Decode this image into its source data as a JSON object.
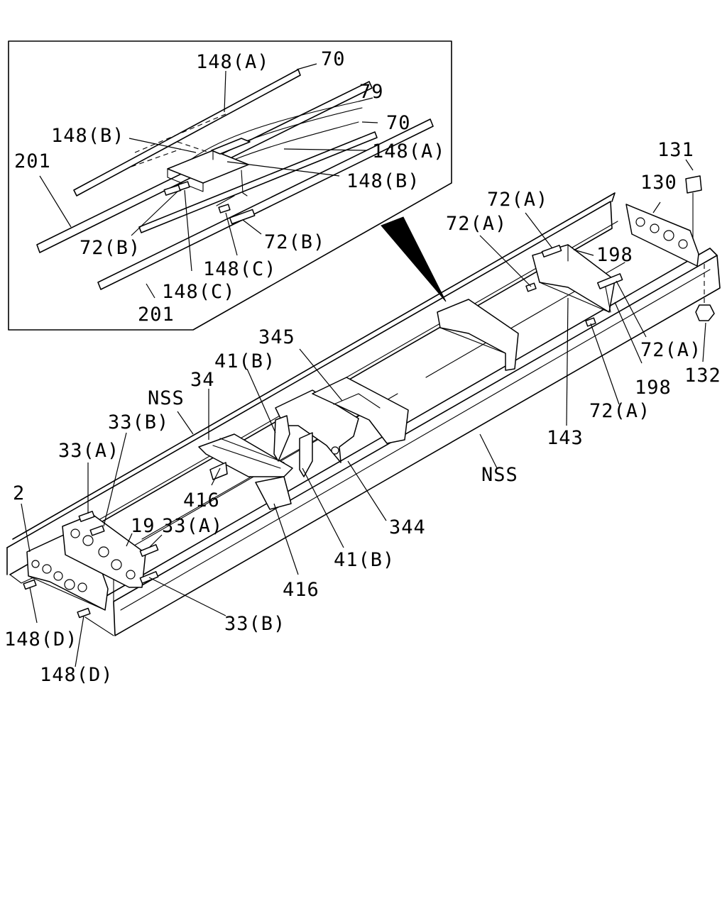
{
  "labels": {
    "inset_148A_top": "148(A)",
    "inset_70_top": "70",
    "inset_79": "79",
    "inset_70_mid": "70",
    "inset_148B_left": "148(B)",
    "inset_148A_right": "148(A)",
    "inset_201_left": "201",
    "inset_148B_right": "148(B)",
    "inset_72B_left": "72(B)",
    "inset_72B_right": "72(B)",
    "inset_148C_right": "148(C)",
    "inset_148C_left": "148(C)",
    "inset_201_bottom": "201",
    "l131": "131",
    "l130": "130",
    "l72A_top": "72(A)",
    "l72A_left": "72(A)",
    "l198_top": "198",
    "l72A_right": "72(A)",
    "l132": "132",
    "l198_bottom": "198",
    "l72A_bottom": "72(A)",
    "l143": "143",
    "l345": "345",
    "l41B_top": "41(B)",
    "l34": "34",
    "lNSS_left": "NSS",
    "l33B_top": "33(B)",
    "l33A_top": "33(A)",
    "l2": "2",
    "l19": "19",
    "l33A_mid": "33(A)",
    "l416_top": "416",
    "lNSS_right": "NSS",
    "l344": "344",
    "l41B_bottom": "41(B)",
    "l416_bottom": "416",
    "l33B_bottom": "33(B)",
    "l148D_left": "148(D)",
    "l148D_bottom": "148(D)"
  }
}
